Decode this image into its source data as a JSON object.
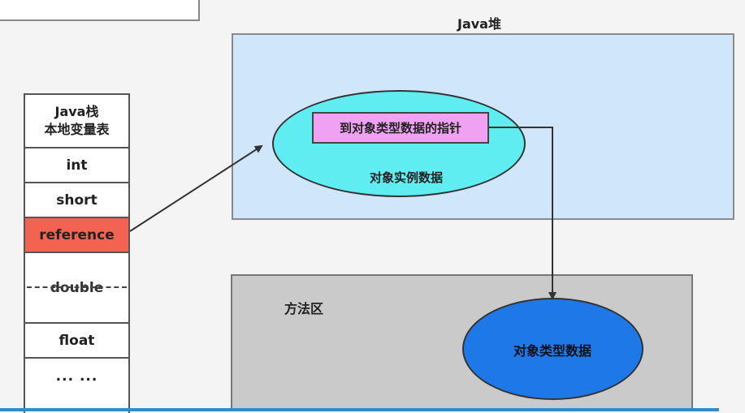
{
  "stack": {
    "title": "Java栈",
    "subtitle": "本地变量表",
    "rows": {
      "int": "int",
      "short": "short",
      "reference": "reference",
      "double": "double",
      "float": "float",
      "more": "... ..."
    },
    "reference_color": "#f26352"
  },
  "heap": {
    "title": "Java堆",
    "instance_label": "对象实例数据",
    "pointer_label": "到对象类型数据的指针",
    "color": "#cfe6fb",
    "ellipse_color": "#5fedf1",
    "pointer_color": "#f0a2f2"
  },
  "method_area": {
    "title": "方法区",
    "type_label": "对象类型数据",
    "color": "#cacaca",
    "ellipse_color": "#1f78e8"
  }
}
